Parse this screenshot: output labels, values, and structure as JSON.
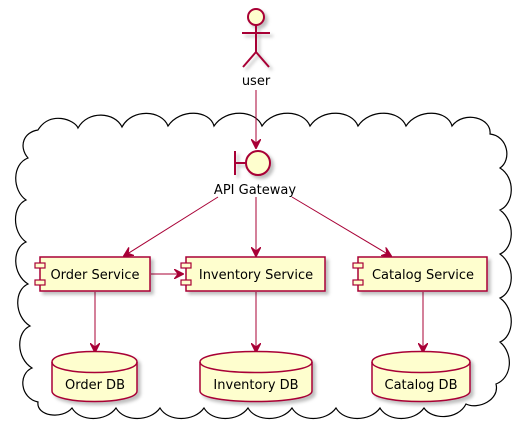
{
  "colors": {
    "stroke": "#A80036",
    "fill": "#FEFECE",
    "shadow": "#C8C8C8",
    "cloud_stroke": "#000000"
  },
  "actor": {
    "label": "user",
    "icon": "actor-icon"
  },
  "gateway": {
    "label": "API Gateway",
    "icon": "boundary-icon"
  },
  "components": [
    {
      "label": "Order Service",
      "icon": "component-icon"
    },
    {
      "label": "Inventory Service",
      "icon": "component-icon"
    },
    {
      "label": "Catalog Service",
      "icon": "component-icon"
    }
  ],
  "databases": [
    {
      "label": "Order DB",
      "icon": "database-icon"
    },
    {
      "label": "Inventory DB",
      "icon": "database-icon"
    },
    {
      "label": "Catalog DB",
      "icon": "database-icon"
    }
  ]
}
